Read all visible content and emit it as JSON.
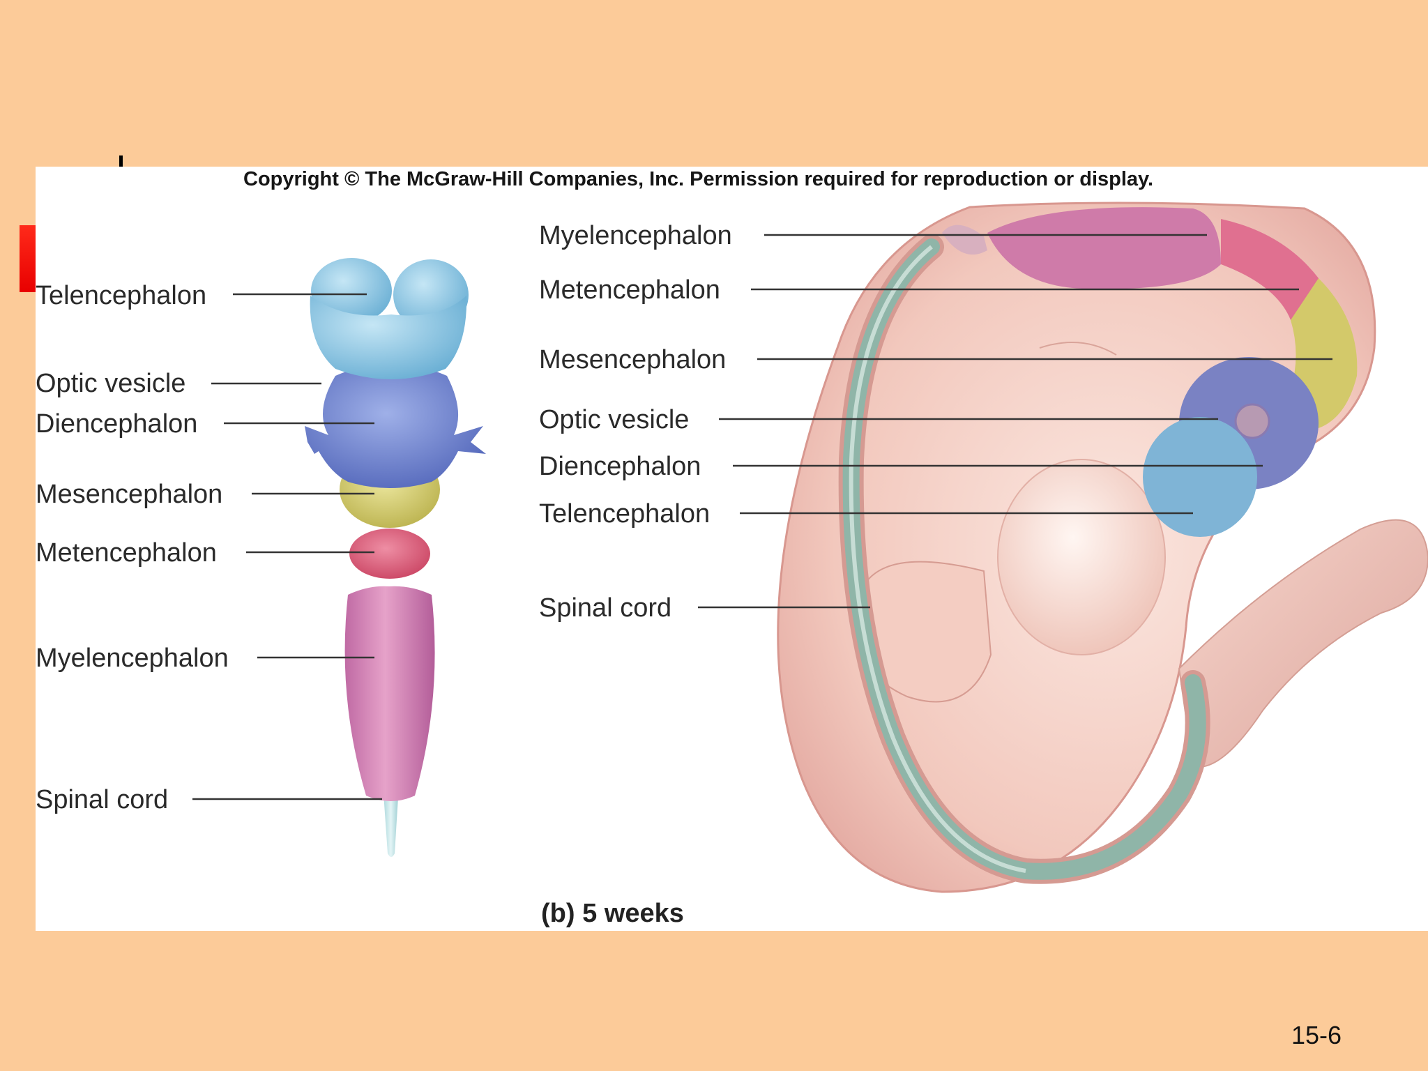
{
  "copyright": "Copyright © The McGraw-Hill Companies, Inc. Permission required for reproduction or display.",
  "left_labels": {
    "telencephalon": "Telencephalon",
    "optic_vesicle": "Optic vesicle",
    "diencephalon": "Diencephalon",
    "mesencephalon": "Mesencephalon",
    "metencephalon": "Metencephalon",
    "myelencephalon": "Myelencephalon",
    "spinal_cord": "Spinal cord"
  },
  "right_labels": {
    "myelencephalon": "Myelencephalon",
    "metencephalon": "Metencephalon",
    "mesencephalon": "Mesencephalon",
    "optic_vesicle": "Optic vesicle",
    "diencephalon": "Diencephalon",
    "telencephalon": "Telencephalon",
    "spinal_cord": "Spinal cord"
  },
  "caption": "(b) 5 weeks",
  "slide_number": "15-6",
  "colors": {
    "background": "#fccb99",
    "telencephalon": "#8fc7e4",
    "diencephalon": "#6f83cf",
    "mesencephalon": "#d6cf72",
    "metencephalon": "#dc5d7c",
    "myelencephalon": "#c878ae",
    "spinal_cord": "#a9dbe0",
    "embryo_skin": "#f3cbc0",
    "neural_tube_green": "#8fb5a8"
  }
}
